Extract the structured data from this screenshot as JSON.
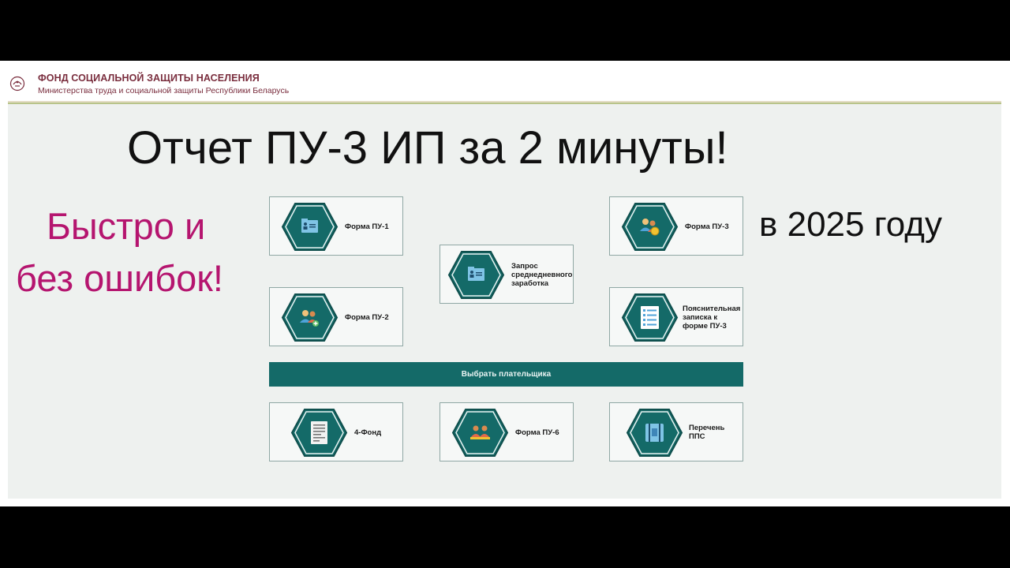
{
  "header": {
    "org_title": "ФОНД СОЦИАЛЬНОЙ ЗАЩИТЫ НАСЕЛЕНИЯ",
    "org_subtitle": "Министерства труда и социальной защиты Республики Беларусь"
  },
  "overlay": {
    "headline": "Отчет ПУ-3 ИП  за 2 минуты!",
    "fast_line1": "Быстро и",
    "fast_line2": "без ошибок!",
    "year": "в 2025 году"
  },
  "cards": {
    "pu1": {
      "label": "Форма ПУ-1",
      "icon": "id-card-icon"
    },
    "pu3": {
      "label": "Форма ПУ-3",
      "icon": "users-coin-icon"
    },
    "avg": {
      "label_l1": "Запрос",
      "label_l2": "среднедневного",
      "label_l3": "заработка",
      "icon": "id-card-icon"
    },
    "pu2": {
      "label": "Форма ПУ-2",
      "icon": "users-add-icon"
    },
    "note": {
      "label_l1": "Пояснительная",
      "label_l2": "записка к",
      "label_l3": "форме ПУ-3",
      "icon": "list-document-icon"
    },
    "fond4": {
      "label": "4-Фонд",
      "icon": "document-icon"
    },
    "pu6": {
      "label": "Форма ПУ-6",
      "icon": "users-group-icon"
    },
    "pps": {
      "label_l1": "Перечень",
      "label_l2": "ППС",
      "icon": "book-icon"
    }
  },
  "select_payer": "Выбрать плательщика",
  "colors": {
    "hex_fill": "#146a68",
    "hex_border": "#0f4f4d",
    "headline_magenta": "#b5156f",
    "org_title": "#7a2e3e"
  }
}
